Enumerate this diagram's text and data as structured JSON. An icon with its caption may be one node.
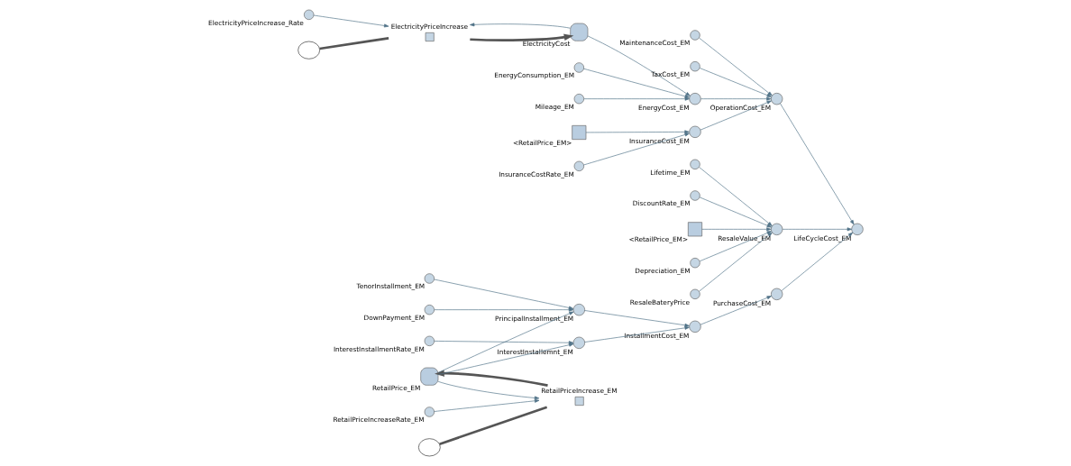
{
  "diagram": {
    "nodes": [
      {
        "text": [
          "ElectricityPriceIncrease_Rate"
        ]
      },
      {
        "text": [],
        "shape": "cloud"
      },
      {
        "text": [
          "ElectricityPriceIncrease"
        ]
      },
      {
        "text": [
          "ElectricityCost"
        ]
      },
      {
        "text": [
          "<RetailPrice_EM>"
        ]
      },
      {
        "text": [
          "InsuranceCostRate_EM"
        ]
      },
      {
        "text": [
          "EnergyConsumption_EM"
        ]
      },
      {
        "text": [
          "Mileage_EM"
        ]
      },
      {
        "text": [
          "EnergyCost_EM"
        ]
      },
      {
        "text": [
          "InsuranceCost_EM"
        ]
      },
      {
        "text": [
          "MaintenanceCost_EM"
        ]
      },
      {
        "text": [
          "OperationCost_EM"
        ]
      },
      {
        "text": [
          "TaxCost_EM"
        ]
      },
      {
        "text": [
          "DownPayment_EM"
        ]
      },
      {
        "text": [
          "PrincipalInstallment_EM"
        ]
      },
      {
        "text": [
          "TenorInstallment_EM"
        ]
      },
      {
        "text": [
          "Lifetime_EM"
        ]
      },
      {
        "text": [
          "DiscountRate_EM"
        ]
      },
      {
        "text": [
          "ResaleValue_EM"
        ]
      },
      {
        "text": [
          "InstallmentCost_EM"
        ]
      },
      {
        "text": [
          "RetailPriceIncrease_EM"
        ]
      },
      {
        "text": [],
        "shape": "cloud"
      },
      {
        "text": [
          "RetailPrice_EM"
        ]
      },
      {
        "text": [
          "<RetailPrice_EM>"
        ]
      },
      {
        "text": [
          "PurchaseCost_EM"
        ]
      },
      {
        "text": [
          "Depreciation_EM"
        ]
      },
      {
        "text": [
          "ResaleBateryPrice"
        ]
      },
      {
        "text": [
          "LifeCycleCost_EM"
        ]
      },
      {
        "text": [
          "InterestInstallemnt_EM"
        ]
      },
      {
        "text": [
          "InterestInstallmentRate_EM"
        ]
      },
      {
        "text": [
          "RetailPriceIncreaseRate_EM"
        ]
      }
    ],
    "edges": [
      {
        "from": 1,
        "to": 2,
        "arrow": "none",
        "style": "thick"
      },
      {
        "from": 2,
        "to": 3,
        "arrow": "to",
        "style": "thick"
      },
      {
        "from": 0,
        "to": 2,
        "arrow": "to"
      },
      {
        "from": 3,
        "to": 2,
        "arrow": "to"
      },
      {
        "from": 3,
        "to": 8,
        "arrow": "to"
      },
      {
        "from": 6,
        "to": 8,
        "arrow": "to"
      },
      {
        "from": 7,
        "to": 8,
        "arrow": "to"
      },
      {
        "from": 8,
        "to": 11,
        "arrow": "to"
      },
      {
        "from": 4,
        "to": 9,
        "arrow": "to"
      },
      {
        "from": 5,
        "to": 9,
        "arrow": "to"
      },
      {
        "from": 9,
        "to": 11,
        "arrow": "to"
      },
      {
        "from": 10,
        "to": 11,
        "arrow": "to"
      },
      {
        "from": 12,
        "to": 11,
        "arrow": "to"
      },
      {
        "from": 11,
        "to": 27,
        "arrow": "to"
      },
      {
        "from": 16,
        "to": 18,
        "arrow": "to"
      },
      {
        "from": 17,
        "to": 18,
        "arrow": "to"
      },
      {
        "from": 23,
        "to": 18,
        "arrow": "to"
      },
      {
        "from": 25,
        "to": 18,
        "arrow": "to"
      },
      {
        "from": 26,
        "to": 18,
        "arrow": "to"
      },
      {
        "from": 18,
        "to": 27,
        "arrow": "to"
      },
      {
        "from": 24,
        "to": 27,
        "arrow": "to"
      },
      {
        "from": 19,
        "to": 24,
        "arrow": "to"
      },
      {
        "from": 14,
        "to": 19,
        "arrow": "to"
      },
      {
        "from": 13,
        "to": 14,
        "arrow": "to"
      },
      {
        "from": 15,
        "to": 14,
        "arrow": "to"
      },
      {
        "from": 22,
        "to": 14,
        "arrow": "to"
      },
      {
        "from": 22,
        "to": 28,
        "arrow": "to"
      },
      {
        "from": 28,
        "to": 19,
        "arrow": "to"
      },
      {
        "from": 29,
        "to": 28,
        "arrow": "to"
      },
      {
        "from": 21,
        "to": 20,
        "arrow": "none",
        "style": "thick"
      },
      {
        "from": 20,
        "to": 22,
        "arrow": "to",
        "style": "thick"
      },
      {
        "from": 22,
        "to": 20,
        "arrow": "to"
      },
      {
        "from": 30,
        "to": 20,
        "arrow": "to"
      }
    ]
  }
}
